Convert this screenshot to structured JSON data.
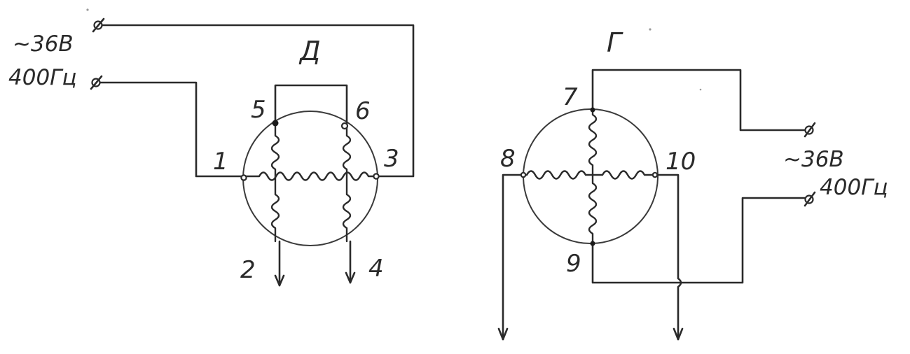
{
  "motor_d": {
    "name": "Д",
    "supply_voltage": "~36В",
    "supply_frequency": "400Гц",
    "terminals": [
      "1",
      "2",
      "3",
      "4",
      "5",
      "6"
    ]
  },
  "motor_g": {
    "name": "Г",
    "supply_voltage": "~36В",
    "supply_frequency": "400Гц",
    "terminals": [
      "7",
      "8",
      "9",
      "10"
    ]
  }
}
